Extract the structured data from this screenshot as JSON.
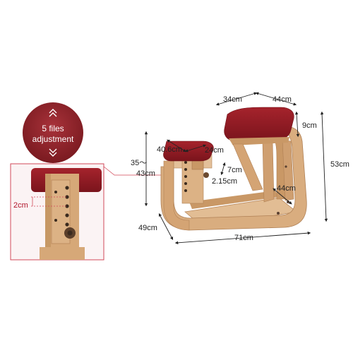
{
  "badge": {
    "line1": "5 files",
    "line2": "adjustment"
  },
  "inset": {
    "step_label": "2cm"
  },
  "dimensions": {
    "seat_depth": "34cm",
    "seat_width": "44cm",
    "seat_thickness": "9cm",
    "total_height": "53cm",
    "knee_pad_depth": "40.6cm",
    "knee_pad_width": "24cm",
    "knee_height_range_line1": "35～",
    "knee_height_range_line2": "43cm",
    "knee_pad_thickness": "7cm",
    "adjust_step": "2.15cm",
    "base_width": "44cm",
    "depth": "49cm",
    "length": "71cm"
  },
  "colors": {
    "upholstery": "#8e1a22",
    "upholstery_dark": "#6f1219",
    "wood": "#d6a878",
    "wood_dark": "#b9875a",
    "badge_bg": "#8a2026",
    "callout_line": "#d24a5a",
    "arrow": "#222222"
  }
}
